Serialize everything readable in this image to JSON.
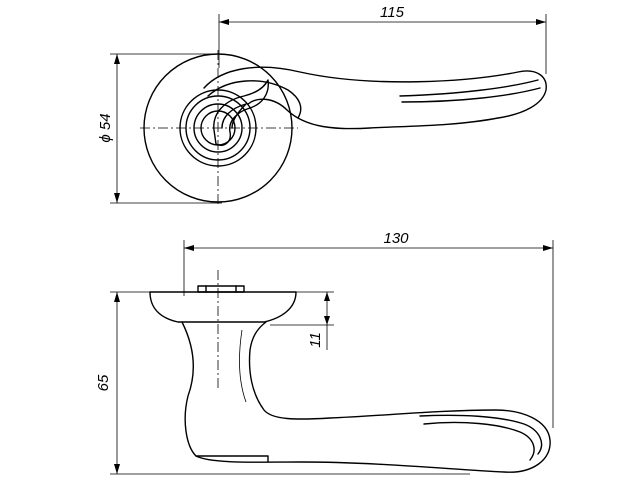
{
  "dimensions": {
    "top_length": "115",
    "rosette_diameter": "ϕ 54",
    "bottom_length": "130",
    "height": "65",
    "rosette_thickness": "11"
  }
}
